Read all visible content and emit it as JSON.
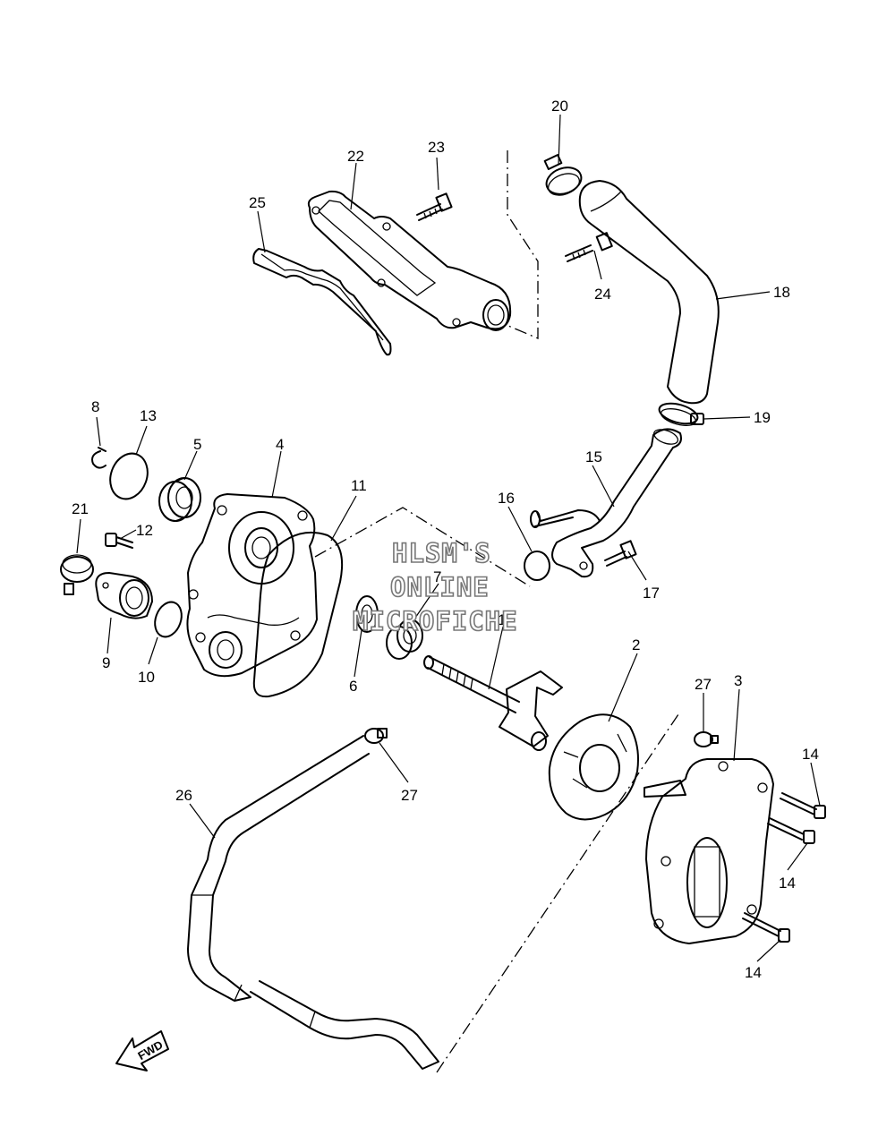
{
  "watermark": {
    "line1": "HLSM'S",
    "line2": "ONLINE",
    "line3": "MICROFICHE"
  },
  "direction_label": "FWD",
  "callouts": {
    "c1": "1",
    "c2": "2",
    "c3": "3",
    "c4": "4",
    "c5": "5",
    "c6": "6",
    "c7": "7",
    "c8": "8",
    "c9": "9",
    "c10": "10",
    "c11": "11",
    "c12": "12",
    "c13": "13",
    "c14a": "14",
    "c14b": "14",
    "c14c": "14",
    "c15": "15",
    "c16": "16",
    "c17": "17",
    "c18": "18",
    "c19": "19",
    "c20": "20",
    "c21": "21",
    "c22": "22",
    "c23": "23",
    "c24": "24",
    "c25": "25",
    "c26": "26",
    "c27a": "27",
    "c27b": "27"
  }
}
